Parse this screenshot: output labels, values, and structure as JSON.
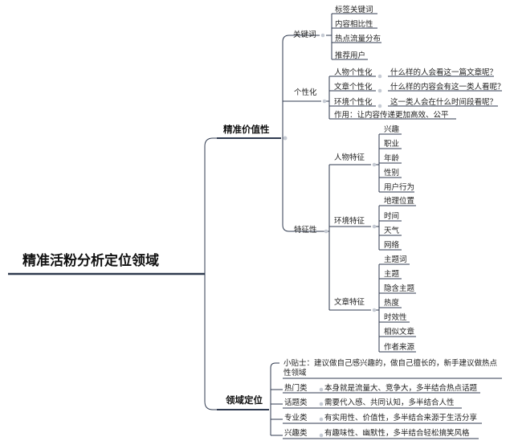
{
  "root": "精准活粉分析定位领域",
  "precise_value": {
    "label": "精准价值性",
    "keywords": {
      "label": "关键词",
      "items": [
        "标签关键词",
        "内容相比性",
        "热点流量分布",
        "推荐用户"
      ]
    },
    "personalization": {
      "label": "个性化",
      "items": [
        {
          "name": "人物个性化",
          "desc": "什么样的人会看这一篇文章呢？"
        },
        {
          "name": "文章个性化",
          "desc": "什么样的内容会有这一类人看呢？"
        },
        {
          "name": "环境个性化",
          "desc": "这一类人会在什么时间段看呢？"
        }
      ],
      "effect": "作用：让内容传递更加高效、公平"
    },
    "features": {
      "label": "特征性",
      "person": {
        "label": "人物特征",
        "items": [
          "兴趣",
          "职业",
          "年龄",
          "性别",
          "用户行为"
        ]
      },
      "environment": {
        "label": "环境特征",
        "items": [
          "地理位置",
          "时间",
          "天气",
          "网络"
        ]
      },
      "article": {
        "label": "文章特征",
        "items": [
          "主题词",
          "主题",
          "隐含主题",
          "热度",
          "时效性",
          "相似文章",
          "作者来源"
        ]
      }
    }
  },
  "domain": {
    "label": "领域定位",
    "tip": "小贴士：建议做自己感兴趣的，做自己擅长的，新手建议做热点性领域",
    "categories": [
      {
        "name": "热门类",
        "desc": "本身就是流量大、竞争大，多半结合热点话题"
      },
      {
        "name": "话题类",
        "desc": "需要代入感、共同认知，多半结合人性"
      },
      {
        "name": "专业类",
        "desc": "有实用性、价值性，多半结合来源于生活分享"
      },
      {
        "name": "兴趣类",
        "desc": "有趣味性、幽默性，多半结合轻松搞笑风格"
      }
    ]
  },
  "colors": {
    "line": "#2f3a4f",
    "root_underline": "#1f2a3d",
    "dot": "#c5cad3"
  }
}
